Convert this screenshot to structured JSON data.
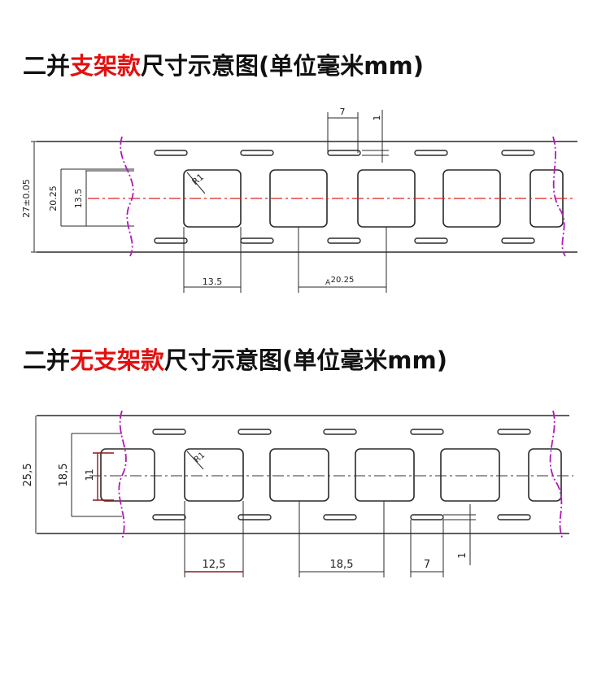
{
  "section1": {
    "title_pre": "二并",
    "title_highlight": "支架款",
    "title_post": "尺寸示意图(单位毫米mm)",
    "dims": {
      "overall_height": "27±0.05",
      "inner_height": "20.25",
      "window_height": "13.5",
      "radius": "R1",
      "window_width": "13.5",
      "pitch_prefix": "A",
      "pitch": "20.25",
      "slot_length": "7",
      "slot_width": "1"
    }
  },
  "section2": {
    "title_pre": "二并",
    "title_highlight": "无支架款",
    "title_post": "尺寸示意图(单位毫米mm)",
    "dims": {
      "overall_height": "25,5",
      "inner_height": "18,5",
      "window_height": "11",
      "radius": "R1",
      "window_width": "12,5",
      "pitch": "18,5",
      "slot_length": "7",
      "slot_width": "1"
    }
  },
  "colors": {
    "highlight": "#e21010",
    "break_line": "#b01ab8",
    "center_line_1": "#e02020",
    "dim_red": "#8b1a1a"
  }
}
